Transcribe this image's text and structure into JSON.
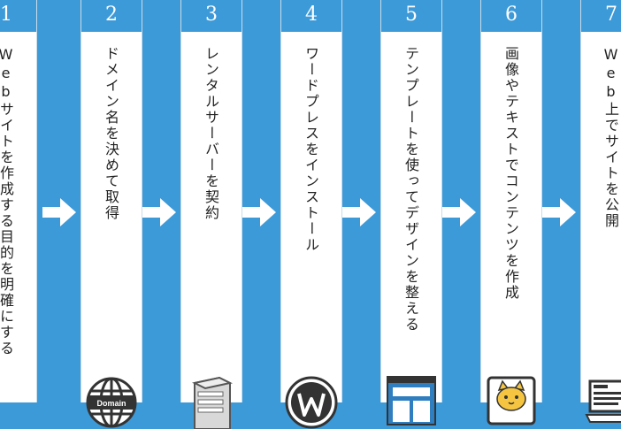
{
  "colors": {
    "accent": "#3d9ad8",
    "panel": "#ffffff",
    "text": "#222222"
  },
  "steps": [
    {
      "number": "1",
      "text": "Webサイトを作成する目的を明確にする",
      "icon": "none"
    },
    {
      "number": "2",
      "text": "ドメイン名を決めて取得",
      "icon": "globe-icon",
      "icon_label": "Domain"
    },
    {
      "number": "3",
      "text": "レンタルサーバーを契約",
      "icon": "server-icon"
    },
    {
      "number": "4",
      "text": "ワードプレスをインストール",
      "icon": "wordpress-icon"
    },
    {
      "number": "5",
      "text": "テンプレートを使ってデザインを整える",
      "icon": "layout-template-icon"
    },
    {
      "number": "6",
      "text": "画像やテキストでコンテンツを作成",
      "icon": "cat-image-icon"
    },
    {
      "number": "7",
      "text": "Web上でサイトを公開",
      "icon": "monitor-icon"
    }
  ]
}
